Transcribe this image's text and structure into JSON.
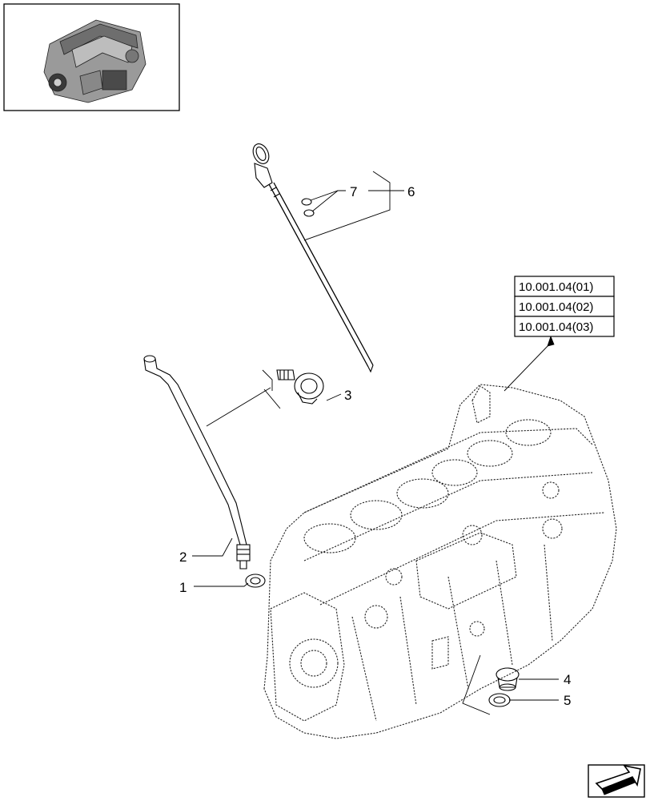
{
  "callouts": [
    {
      "id": "1",
      "text": "1"
    },
    {
      "id": "2",
      "text": "2"
    },
    {
      "id": "3",
      "text": "3"
    },
    {
      "id": "4",
      "text": "4"
    },
    {
      "id": "5",
      "text": "5"
    },
    {
      "id": "6",
      "text": "6"
    },
    {
      "id": "7",
      "text": "7"
    }
  ],
  "references": [
    "10.001.04(01)",
    "10.001.04(02)",
    "10.001.04(03)"
  ],
  "icons": {
    "thumbnail": "engine-thumbnail-icon",
    "navigation": "next-page-arrow-icon"
  }
}
